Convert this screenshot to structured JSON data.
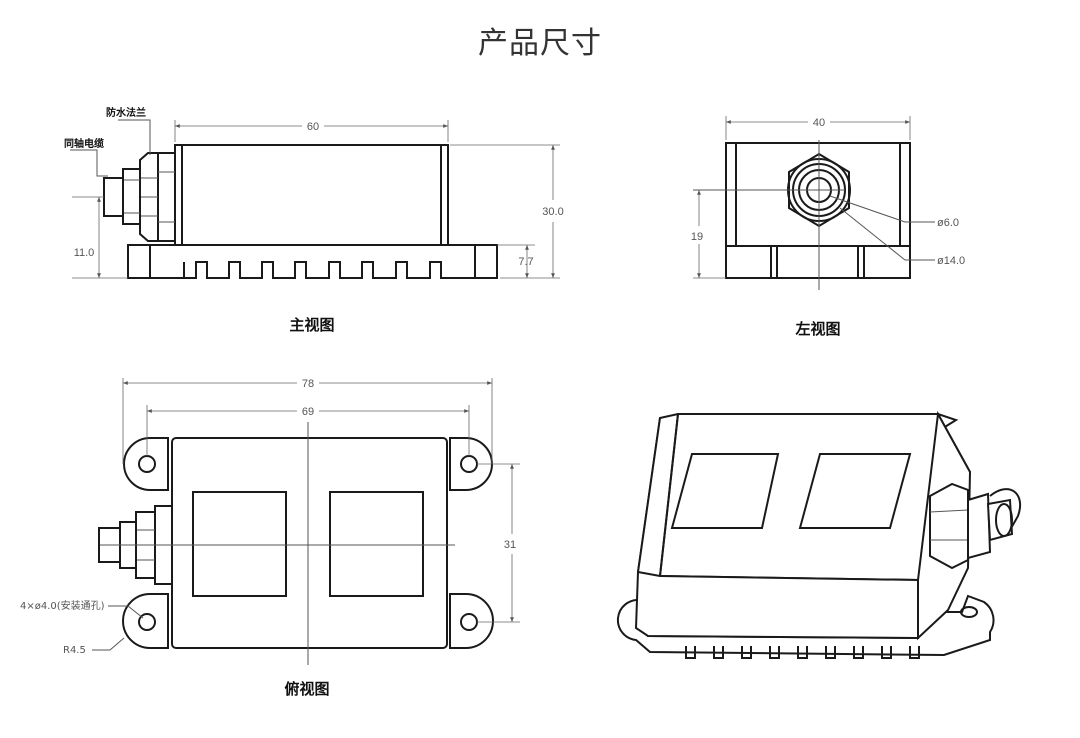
{
  "title": "产品尺寸",
  "front_view": {
    "caption": "主视图",
    "label_flange": "防水法兰",
    "label_cable": "同轴电缆",
    "dim_length": "60",
    "dim_height": "30.0",
    "dim_offset": "11.0",
    "dim_base": "7.7"
  },
  "left_view": {
    "caption": "左视图",
    "dim_width": "40",
    "dim_center": "19",
    "dim_inner": "ø6.0",
    "dim_outer": "ø14.0"
  },
  "top_view": {
    "caption": "俯视图",
    "dim_total": "78",
    "dim_pitch": "69",
    "dim_depth": "31",
    "dim_holes": "4×ø4.0(安装通孔)",
    "dim_radius": "R4.5"
  },
  "iso_view": {}
}
